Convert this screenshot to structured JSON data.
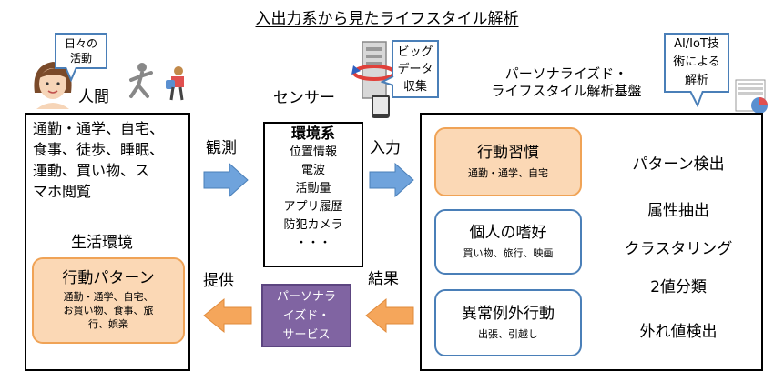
{
  "title": "入出力系から見たライフスタイル解析",
  "person": {
    "callout": [
      "日々の",
      "活動"
    ],
    "label": "人間"
  },
  "left_box": {
    "activities": [
      "通勤・通学、自宅、",
      "食事、徒歩、睡眠、",
      "運動、買い物、ス",
      "マホ閲覧"
    ],
    "env_label": "生活環境",
    "pattern": {
      "title": "行動パターン",
      "lines": [
        "通勤・通学、自宅、",
        "お買い物、食事、旅",
        "行、娯楽"
      ]
    }
  },
  "labels": {
    "observe": "観測",
    "sensor": "センサー",
    "input": "入力",
    "provide": "提供",
    "result": "結果"
  },
  "env_box": {
    "title": "環境系",
    "items": [
      "位置情報",
      "電波",
      "活動量",
      "アプリ履歴",
      "防犯カメラ",
      "・・・"
    ]
  },
  "bigdata_callout": [
    "ビッグ",
    "データ",
    "収集"
  ],
  "platform": {
    "heading": [
      "パーソナライズド・",
      "ライフスタイル解析基盤"
    ],
    "callout": [
      "AI/IoT技",
      "術による",
      "解析"
    ],
    "categories": [
      {
        "title": "行動習慣",
        "sub": "通勤・通学、自宅"
      },
      {
        "title": "個人の嗜好",
        "sub": "買い物、旅行、映画"
      },
      {
        "title": "異常例外行動",
        "sub": "出張、引越し"
      }
    ],
    "methods": [
      "パターン検出",
      "属性抽出",
      "クラスタリング",
      "2値分類",
      "外れ値検出"
    ]
  },
  "service": [
    "パーソナラ",
    "イズド・",
    "サービス"
  ],
  "colors": {
    "arrow_blue": "#6fa3dc",
    "arrow_orange": "#f5a65b",
    "service_purple": "#8064a2",
    "callout_border": "#4a7fb8"
  }
}
